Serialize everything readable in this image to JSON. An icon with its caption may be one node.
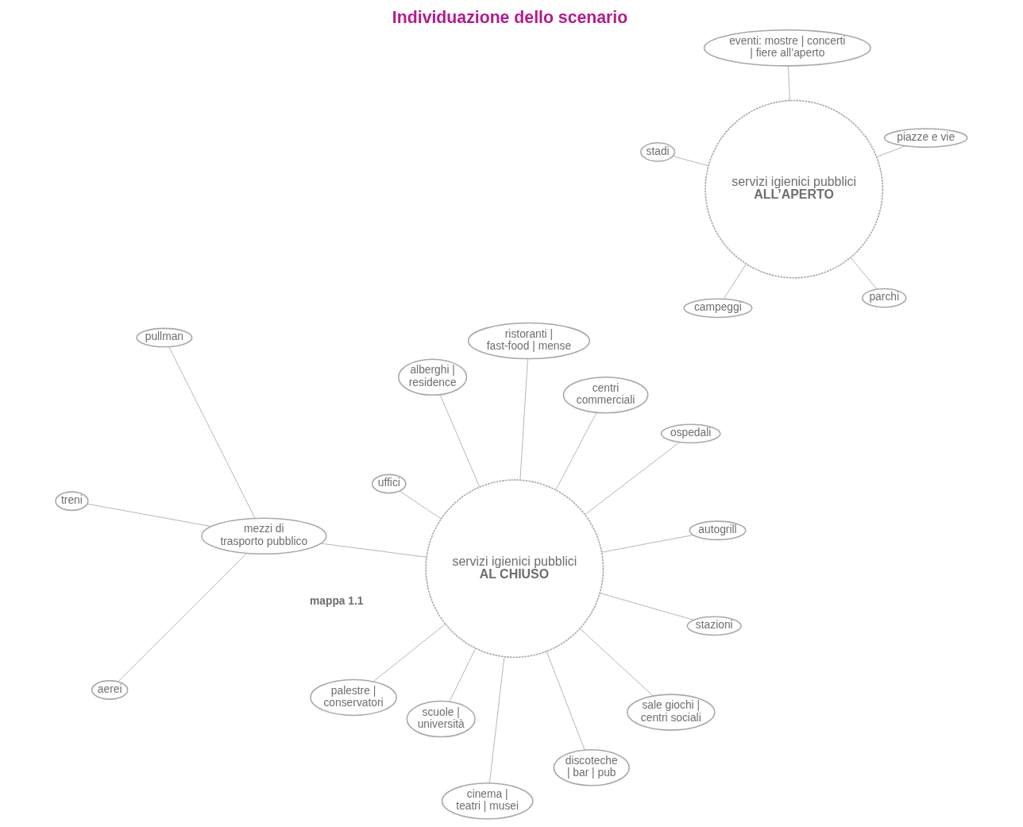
{
  "diagram": {
    "title": "Individuazione dello scenario",
    "nodes": [
      {
        "text": [
          "servizi igienici pubblici",
          "ALL’APERTO"
        ]
      },
      {
        "text": [
          "mezzi di trasporto pubblico"
        ]
      },
      {
        "text": [
          "pullman"
        ]
      },
      {
        "text": [
          "parchi"
        ]
      },
      {
        "text": [
          "aerei"
        ]
      },
      {
        "text": [
          "alberghi | residence"
        ]
      },
      {
        "text": [
          "centri commerciali"
        ]
      },
      {
        "text": [
          "treni"
        ]
      },
      {
        "text": [
          "palestre | conservatori"
        ]
      },
      {
        "text": [
          "campeggi"
        ]
      },
      {
        "text": [
          "stazioni"
        ]
      },
      {
        "text": [
          "scuole | università"
        ]
      },
      {
        "text": [
          "stadi"
        ]
      },
      {
        "text": [
          "piazze e vie"
        ]
      },
      {
        "text": [
          "discoteche | bar | pub"
        ]
      },
      {
        "text": [
          "cinema | teatri | musei"
        ]
      },
      {
        "text": [
          "uffici"
        ]
      },
      {
        "text": [
          "eventi: mostre | concerti | fiere all’aperto"
        ]
      },
      {
        "text": [
          "autogrill"
        ]
      },
      {
        "text": [
          "ospedali"
        ]
      },
      {
        "text": [
          "ristoranti | fast-food | mense"
        ]
      },
      {
        "text": [
          "servizi igienici pubblici",
          "AL CHIUSO"
        ]
      },
      {
        "text": [
          "sale giochi | centri sociali"
        ]
      }
    ],
    "edges": [
      {
        "from": 1,
        "to": 2,
        "arrow": "none"
      },
      {
        "from": 1,
        "to": 4,
        "arrow": "none"
      },
      {
        "from": 1,
        "to": 7,
        "arrow": "none"
      },
      {
        "from": 0,
        "to": 3,
        "arrow": "none"
      },
      {
        "from": 0,
        "to": 9,
        "arrow": "none"
      },
      {
        "from": 0,
        "to": 12,
        "arrow": "none"
      },
      {
        "from": 0,
        "to": 17,
        "arrow": "none"
      },
      {
        "from": 0,
        "to": 13,
        "arrow": "none"
      },
      {
        "from": 21,
        "to": 15,
        "arrow": "none"
      },
      {
        "from": 21,
        "to": 5,
        "arrow": "none"
      },
      {
        "from": 21,
        "to": 10,
        "arrow": "none"
      },
      {
        "from": 21,
        "to": 16,
        "arrow": "none"
      },
      {
        "from": 21,
        "to": 6,
        "arrow": "none"
      },
      {
        "from": 21,
        "to": 1,
        "arrow": "none"
      },
      {
        "from": 21,
        "to": 11,
        "arrow": "none"
      },
      {
        "from": 21,
        "to": 18,
        "arrow": "none"
      },
      {
        "from": 21,
        "to": 8,
        "arrow": "none"
      },
      {
        "from": 21,
        "to": 14,
        "arrow": "none"
      },
      {
        "from": 21,
        "to": 19,
        "arrow": "none"
      },
      {
        "from": 21,
        "to": 20,
        "arrow": "none"
      },
      {
        "from": 21,
        "to": 22,
        "arrow": "none"
      }
    ],
    "labels": [
      "mappa 1.1"
    ]
  }
}
